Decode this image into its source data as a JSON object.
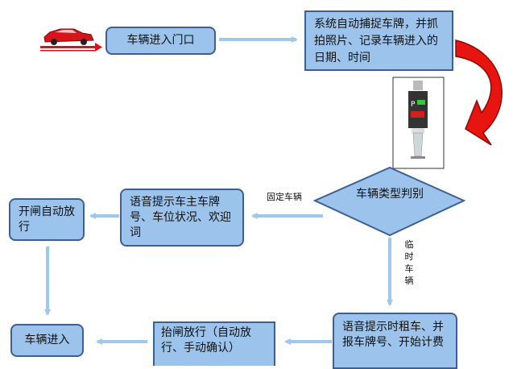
{
  "nodes": {
    "enter_gate": "车辆进入门口",
    "capture": "系统自动捕捉车牌，并抓拍照片、记录车辆进入的日期、时间",
    "type_check": "车辆类型判别",
    "fixed_voice": "语音提示车主车牌号、车位状况、欢迎词",
    "open_gate": "开闸自动放行",
    "vehicle_enter": "车辆进入",
    "temp_voice": "语音提示时租车、并报车牌号、开始计费",
    "lift_gate": "抬闸放行（自动放行、手动确认）"
  },
  "edge_labels": {
    "fixed": "固定车辆",
    "temporary": "临时车辆"
  },
  "colors": {
    "box_fill": "#9cc3ec",
    "box_border": "#3d5f91",
    "arrow": "#9fc9ec",
    "curved_arrow": "#e8140f"
  }
}
